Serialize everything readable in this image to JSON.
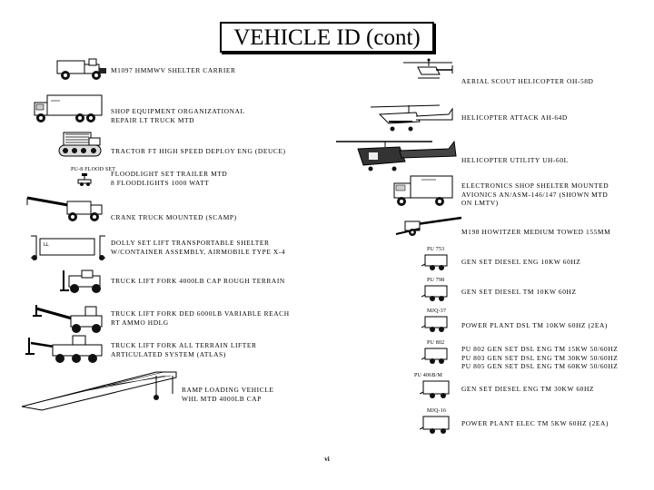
{
  "page": {
    "title": "VEHICLE ID (cont)",
    "page_number": "vi"
  },
  "left_items": [
    {
      "label": "M1097 HMMWV SHELTER CARRIER"
    },
    {
      "label": "SHOP EQUIPMENT ORGANIZATIONAL\nREPAIR LT TRUCK MTD"
    },
    {
      "label": "TRACTOR FT HIGH SPEED DEPLOY ENG (DEUCE)"
    },
    {
      "label": "FLOODLIGHT SET TRAILER MTD\n8 FLOODLIGHTS 1000 WATT",
      "tag": "PU-8 FLOOD SET"
    },
    {
      "label": "CRANE TRUCK MOUNTED (SCAMP)"
    },
    {
      "label": "DOLLY SET LIFT TRANSPORTABLE SHELTER\nW/CONTAINER ASSEMBLY, AIRMOBILE TYPE X-4"
    },
    {
      "label": "TRUCK LIFT FORK 4000LB CAP ROUGH TERRAIN"
    },
    {
      "label": "TRUCK LIFT FORK DED 6000LB VARIABLE REACH\nRT AMMO HDLG"
    },
    {
      "label": "TRUCK LIFT FORK ALL TERRAIN LIFTER\nARTICULATED SYSTEM (ATLAS)"
    },
    {
      "label": "RAMP LOADING VEHICLE\nWHL MTD 4000LB CAP"
    }
  ],
  "right_items": [
    {
      "label": "AERIAL SCOUT HELICOPTER OH-58D"
    },
    {
      "label": "HELICOPTER ATTACK AH-64D"
    },
    {
      "label": "HELICOPTER UTILITY UH-60L"
    },
    {
      "label": "ELECTRONICS SHOP SHELTER MOUNTED\nAVIONICS AN/ASM-146/147 (SHOWN MTD\nON LMTV)"
    },
    {
      "label": "M198 HOWITZER MEDIUM TOWED 155MM"
    },
    {
      "label": "GEN SET DIESEL ENG 10KW 60HZ",
      "tag": "PU 753"
    },
    {
      "label": "GEN SET DIESEL TM 10KW 60HZ",
      "tag": "PU 798"
    },
    {
      "label": "POWER PLANT DSL TM 10KW 60HZ (2EA)",
      "tag": "MJQ-37"
    },
    {
      "label": "PU 802 GEN SET DSL ENG TM 15KW 50/60HZ\nPU 803 GEN SET DSL ENG TM 30KW 50/60HZ\nPU 805 GEN SET DSL ENG TM 60KW 50/60HZ",
      "tag": "PU 802"
    },
    {
      "label": "GEN SET DIESEL ENG TM 30KW 60HZ",
      "tag": "PU 406B/M"
    },
    {
      "label": "POWER PLANT ELEC TM 5KW 60HZ (2EA)",
      "tag": "MJQ-16"
    }
  ],
  "icons": {
    "hmmwv": "hmmwv-shelter-icon",
    "shop_truck": "shop-truck-icon",
    "tractor": "deuce-tractor-icon",
    "floodlight": "floodlight-trailer-icon",
    "crane": "crane-truck-icon",
    "dolly": "dolly-set-icon",
    "forklift_4k": "rough-terrain-forklift-icon",
    "forklift_6k": "variable-reach-forklift-icon",
    "atlas": "atlas-forklift-icon",
    "ramp": "loading-ramp-icon",
    "oh58": "oh-58d-helicopter-icon",
    "ah64": "ah-64d-helicopter-icon",
    "uh60": "uh-60l-helicopter-icon",
    "avionics": "avionics-shelter-truck-icon",
    "howitzer": "m198-howitzer-icon",
    "generator": "trailer-generator-icon"
  }
}
